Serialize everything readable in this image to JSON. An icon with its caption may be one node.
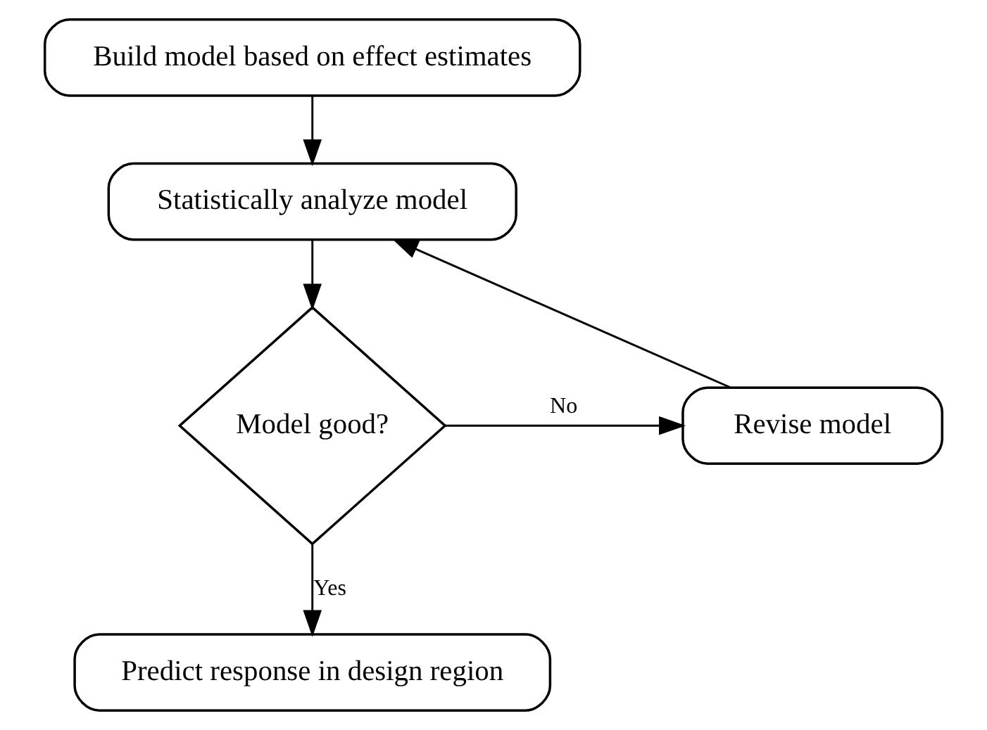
{
  "diagram": {
    "nodes": [
      {
        "text": [
          "Build model based on effect estimates"
        ]
      },
      {
        "text": [
          "Statistically analyze model"
        ]
      },
      {
        "text": [
          "Model good?"
        ]
      },
      {
        "text": [
          "Revise model"
        ]
      },
      {
        "text": [
          "Predict response in design region"
        ]
      }
    ],
    "edges": [
      {
        "from": 0,
        "to": 1,
        "arrow": "to"
      },
      {
        "from": 1,
        "to": 2,
        "arrow": "to"
      },
      {
        "from": 2,
        "to": 3,
        "arrow": "to",
        "label": "No"
      },
      {
        "from": 3,
        "to": 1,
        "arrow": "to"
      },
      {
        "from": 2,
        "to": 4,
        "arrow": "to",
        "label": "Yes"
      }
    ]
  }
}
